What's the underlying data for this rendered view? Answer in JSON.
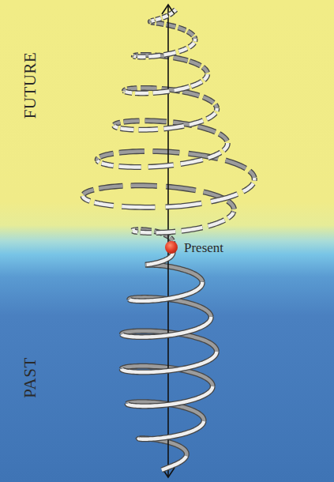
{
  "diagram": {
    "labels": [
      "FUTURE",
      "Present",
      "PAST"
    ]
  }
}
